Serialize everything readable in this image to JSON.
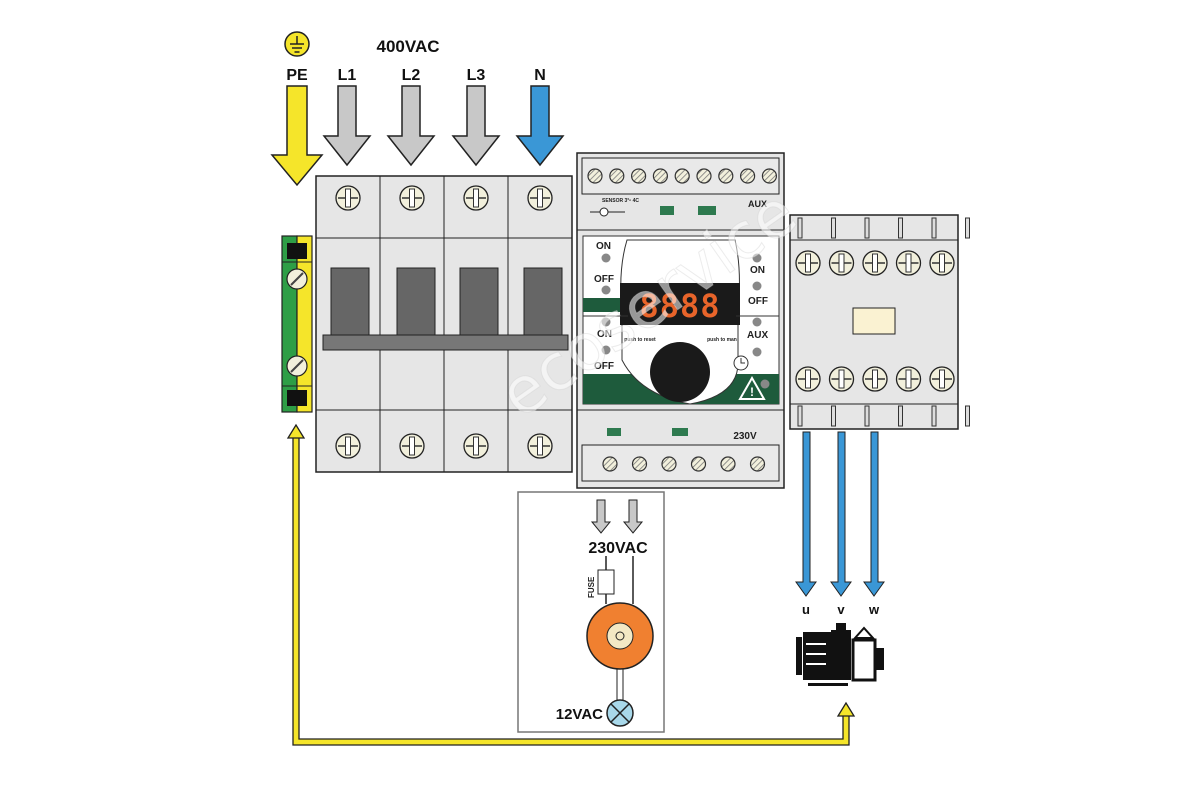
{
  "supply": {
    "voltage_label": "400VAC",
    "conductors": [
      {
        "label": "PE",
        "color": "#f5e52a"
      },
      {
        "label": "L1",
        "color": "#c8c8c8"
      },
      {
        "label": "L2",
        "color": "#c8c8c8"
      },
      {
        "label": "L3",
        "color": "#c8c8c8"
      },
      {
        "label": "N",
        "color": "#3a97d6"
      }
    ]
  },
  "breaker": {
    "poles": 4,
    "body_color": "#e6e6e6",
    "toggle_color": "#666666"
  },
  "earth_terminal": {
    "colors": [
      "#2e9e46",
      "#f5e52a"
    ]
  },
  "controller": {
    "top_terminals": 9,
    "bottom_terminals": 6,
    "top_icons": {
      "sensor_label": "SENSOR 3°ⁿ 4C",
      "aux_label": "AUX"
    },
    "left_panel": {
      "on1": "ON",
      "off1": "OFF",
      "on2": "ON",
      "off2": "OFF"
    },
    "right_panel": {
      "on": "ON",
      "off": "OFF",
      "aux": "AUX"
    },
    "display": {
      "digits": "8888",
      "color": "#e8642a"
    },
    "push_left": "push to reset",
    "push_right": "push to man",
    "bottom_label": "230V",
    "accent": "#1e5b3c"
  },
  "aux_circuit": {
    "voltage_label": "230VAC",
    "fuse_label": "FUSE",
    "lamp_label": "12VAC",
    "transformer_color": "#f08030",
    "lamp_color": "#a8d8ea"
  },
  "contactor": {
    "terminals_top": 5,
    "terminals_bottom": 5
  },
  "motor": {
    "phases": [
      "u",
      "v",
      "w"
    ],
    "phase_color": "#3a97d6"
  },
  "watermark": "ecoservice"
}
